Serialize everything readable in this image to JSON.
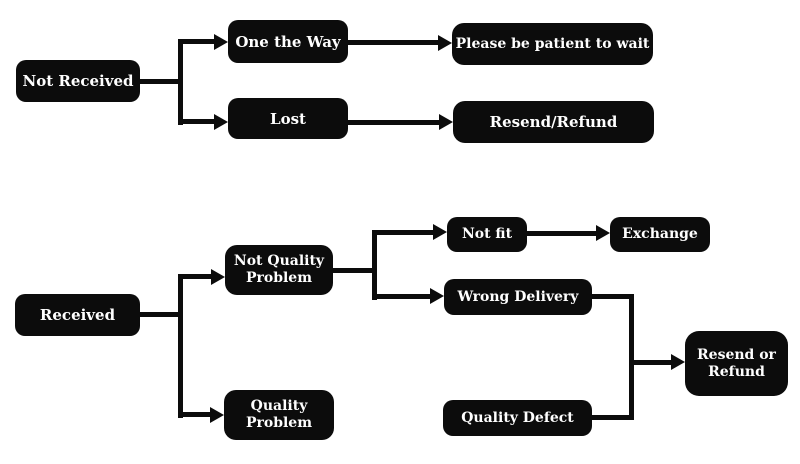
{
  "diagram": {
    "type": "flowchart",
    "colors": {
      "background": "#ffffff",
      "node_fill": "#0c0c0c",
      "node_text": "#ffffff",
      "connector": "#0c0c0c"
    },
    "nodes": {
      "not_received": "Not Received",
      "one_the_way": "One the Way",
      "lost": "Lost",
      "please_wait": "Please be patient to wait",
      "resend_refund": "Resend/Refund",
      "received": "Received",
      "not_quality_problem": "Not Quality Problem",
      "quality_problem": "Quality Problem",
      "not_fit": "Not fit",
      "exchange": "Exchange",
      "wrong_delivery": "Wrong Delivery",
      "quality_defect": "Quality Defect",
      "resend_or_refund": "Resend or Refund"
    },
    "edges": [
      {
        "from": "Not Received",
        "to": "One the Way"
      },
      {
        "from": "Not Received",
        "to": "Lost"
      },
      {
        "from": "One the Way",
        "to": "Please be patient to wait"
      },
      {
        "from": "Lost",
        "to": "Resend/Refund"
      },
      {
        "from": "Received",
        "to": "Not Quality Problem"
      },
      {
        "from": "Received",
        "to": "Quality Problem"
      },
      {
        "from": "Not Quality Problem",
        "to": "Not fit"
      },
      {
        "from": "Not Quality Problem",
        "to": "Wrong Delivery"
      },
      {
        "from": "Not fit",
        "to": "Exchange"
      },
      {
        "from": "Wrong Delivery",
        "to": "Resend or Refund"
      },
      {
        "from": "Quality Problem",
        "to": "Quality Defect"
      },
      {
        "from": "Quality Defect",
        "to": "Resend or Refund"
      }
    ]
  }
}
